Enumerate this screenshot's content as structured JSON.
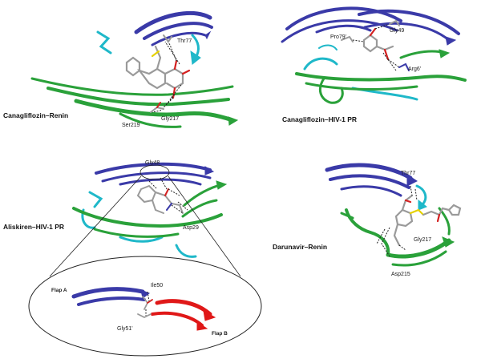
{
  "panels": {
    "top_left": {
      "title": "Canagliflozin–Renin",
      "residues": [
        "Thr77",
        "Ser219",
        "Gly217"
      ]
    },
    "top_right": {
      "title": "Canagliflozin–HIV-1 PR",
      "residues": [
        "Pro79'",
        "Gly49",
        "Arg6'"
      ]
    },
    "bottom_left": {
      "title": "Aliskiren–HIV-1 PR",
      "residues": [
        "Gly48",
        "Asp29"
      ],
      "inset": {
        "flap_a": "Flap A",
        "flap_b": "Flap B",
        "residues": [
          "Ile50",
          "Gly51'"
        ]
      }
    },
    "bottom_right": {
      "title": "Darunavir–Renin",
      "residues": [
        "Thr77",
        "Gly217",
        "Asp215"
      ]
    }
  },
  "colors": {
    "helix_blue": "#3a3aa8",
    "strand_green": "#2aa13a",
    "loop_cyan": "#1fb8c9",
    "flap_red": "#e01818",
    "ligand_grey": "#9a9a9a",
    "oxygen_red": "#d42020",
    "sulfur_yellow": "#e6d200"
  }
}
